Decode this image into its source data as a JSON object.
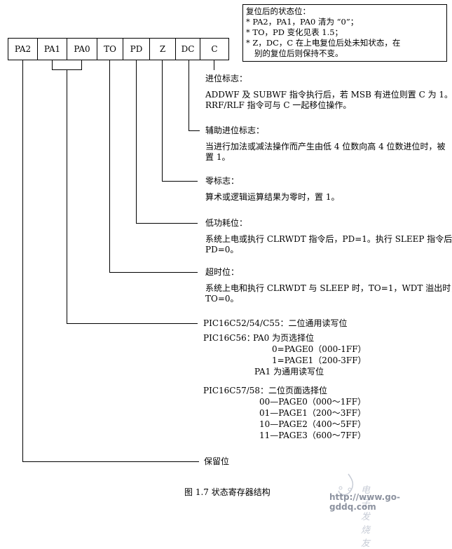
{
  "note_box": {
    "lines": [
      "复位后的状态位：",
      "* PA2，PA1，PA0 清为 “0”；",
      "* TO，PD 变化见表 1.5；",
      "* Z，DC，C 在上电复位后处未知状态，在",
      "别的复位后则保持不变。"
    ]
  },
  "register": {
    "bits": [
      "PA2",
      "PA1",
      "PA0",
      "TO",
      "PD",
      "Z",
      "DC",
      "C"
    ]
  },
  "descriptions": {
    "c": {
      "title": "进位标志：",
      "lines": [
        "ADDWF 及 SUBWF 指令执行后，若 MSB 有进位则置 C 为 1。",
        "RRF/RLF 指令可与 C 一起移位操作。"
      ]
    },
    "dc": {
      "title": "辅助进位标志：",
      "lines": [
        "当进行加法或减法操作而产生由低 4 位数向高 4 位数进位时，被",
        "置 1。"
      ]
    },
    "z": {
      "title": "零标志：",
      "lines": [
        "算术或逻辑运算结果为零时，置 1。"
      ]
    },
    "pd": {
      "title": "低功耗位：",
      "lines": [
        "系统上电或执行 CLRWDT 指令后，PD=1。执行 SLEEP 指令后，",
        "PD=0。"
      ]
    },
    "to": {
      "title": "超时位：",
      "lines": [
        "系统上电和执行 CLRWDT 与 SLEEP 时，TO=1，WDT 溢出时，",
        "TO=0。"
      ]
    },
    "pa": {
      "title": "PIC16C52/54/C55：二位通用读写位",
      "c56_label": "PIC16C56：",
      "c56_lines": [
        "PA0 为页选择位",
        "0=PAGE0（000-1FF）",
        "1=PAGE1（200-3FF）",
        "PA1 为通用读写位"
      ],
      "c57_label": "PIC16C57/58：二位页面选择位",
      "c57_lines": [
        "00—PAGE0（000～1FF）",
        "01—PAGE1（200～3FF）",
        "10—PAGE2（400～5FF）",
        "11—PAGE3（600～7FF）"
      ]
    },
    "pa2": {
      "title": "保留位"
    }
  },
  "caption": "图 1.7  状态寄存器结构",
  "watermark": {
    "text": "电子发烧友",
    "url": "http://www.go-gddq.com"
  }
}
